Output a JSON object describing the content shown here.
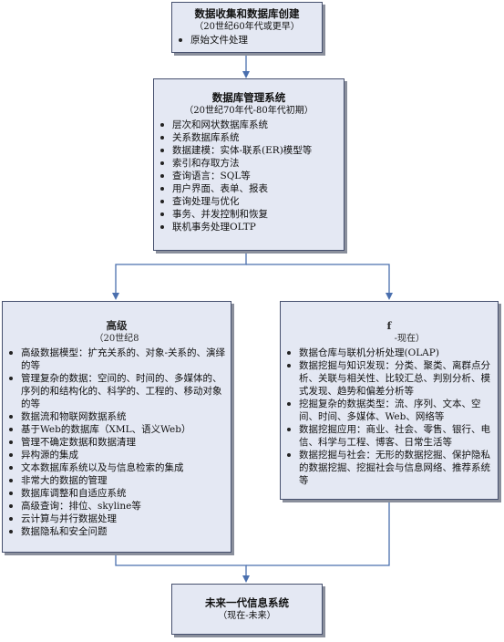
{
  "box1": {
    "title": "数据收集和数据库创建",
    "subtitle": "（20世纪60年代或更早）",
    "items": [
      "原始文件处理"
    ]
  },
  "box2": {
    "title": "数据库管理系统",
    "subtitle": "（20世纪70年代-80年代初期）",
    "items": [
      "层次和网状数据库系统",
      "关系数据库系统",
      "数据建模：实体-联系(ER)模型等",
      "索引和存取方法",
      "查询语言：SQL等",
      "用户界面、表单、报表",
      "查询处理与优化",
      "事务、并发控制和恢复",
      "联机事务处理OLTP"
    ]
  },
  "box3": {
    "title": "高级",
    "subtitle": "（20世纪8",
    "items": [
      "高级数据模型：扩充关系的、对象-关系的、演绎的等",
      "管理复杂的数据：空间的、时间的、多媒体的、序列的和结构化的、科学的、工程的、移动对象的等",
      "数据流和物联网数据系统",
      "基于Web的数据库（XML、语义Web）",
      "管理不确定数据和数据清理",
      "异构源的集成",
      "文本数据库系统以及与信息检索的集成",
      "非常大的数据的管理",
      "数据库调整和自适应系统",
      "高级查询：排位、skyline等",
      "云计算与并行数据处理",
      "数据隐私和安全问题"
    ]
  },
  "box4": {
    "title": "f",
    "subtitle": "-现在）",
    "items": [
      "数据仓库与联机分析处理(OLAP)",
      "数据挖掘与知识发现：分类、聚类、离群点分析、关联与相关性、比较汇总、判别分析、模式发现、趋势和偏差分析等",
      "挖掘复杂的数据类型：流、序列、文本、空间、时间、多媒体、Web、网络等",
      "数据挖掘应用：商业、社会、零售、银行、电信、科学与工程、博客、日常生活等",
      "数据挖掘与社会：无形的数据挖掘、保护隐私的数据挖掘、挖掘社会与信息网络、推荐系统等"
    ]
  },
  "box5": {
    "title": "未来一代信息系统",
    "subtitle": "（现在-未来）"
  }
}
